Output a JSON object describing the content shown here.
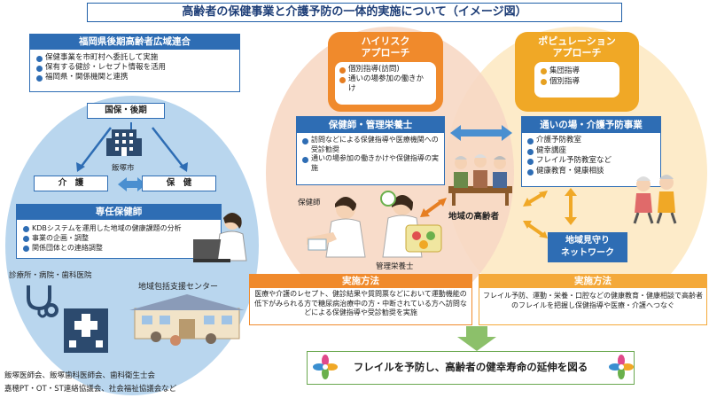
{
  "title": "高齢者の保健事業と介護予防の一体的実施について（イメージ図）",
  "left": {
    "union_title": "福岡県後期高齢者広域連合",
    "union_items": [
      "保健事業を市町村へ委託して実施",
      "保有する健診・レセプト情報を活用",
      "福岡県・関係機関と連携"
    ],
    "kokuho": "国保・後期",
    "city": "飯塚市",
    "kaigo": "介　護",
    "hoken": "保　健",
    "staff_title": "専任保健師",
    "staff_items": [
      "KDBシステムを運用した地域の健康課題の分析",
      "事業の企画・調整",
      "関係団体との連絡調整"
    ],
    "clinic": "診療所・病院・歯科医院",
    "center": "地域包括支援センター",
    "assoc1": "飯塚医師会、飯塚歯科医師会、歯科衛生士会",
    "assoc2": "嘉穂PT・OT・ST連絡協議会、社会福祉協議会など"
  },
  "high_risk": {
    "title": "ハイリスク\nアプローチ",
    "title1": "ハイリスク",
    "title2": "アプローチ",
    "items": [
      "個別指導(訪問)",
      "通いの場参加の働きかけ"
    ],
    "staff_title": "保健師・管理栄養士",
    "staff_items": [
      "訪問などによる保健指導や医療機関への受診勧奨",
      "通いの場参加の働きかけや保健指導の実施"
    ],
    "nurse": "保健師",
    "dietitian": "管理栄養士"
  },
  "population": {
    "title1": "ポピュレーション",
    "title2": "アプローチ",
    "items": [
      "集団指導",
      "個別指導"
    ],
    "place_title": "通いの場・介護予防事業",
    "place_items": [
      "介護予防教室",
      "健幸講座",
      "フレイル予防教室など",
      "健康教育・健康相談"
    ],
    "watch1": "地域見守り",
    "watch2": "ネットワーク"
  },
  "elderly": "地域の高齢者",
  "method_left": {
    "title": "実施方法",
    "text": "医療や介護のレセプト、健診結果や質問票などにおいて運動機能の低下がみられる方で糖尿病治療中の方・中断されている方へ訪問などによる保健指導や受診勧奨を実施"
  },
  "method_right": {
    "title": "実施方法",
    "text": "フレイル予防、運動・栄養・口腔などの健康教育・健康相談で高齢者のフレイルを把握し保健指導や医療・介護へつなぐ"
  },
  "goal": "フレイルを予防し、高齢者の健幸寿命の延伸を図る",
  "colors": {
    "blue": "#2e6db4",
    "orange": "#e67e22",
    "amber": "#f0a826",
    "green": "#6aa84f"
  }
}
